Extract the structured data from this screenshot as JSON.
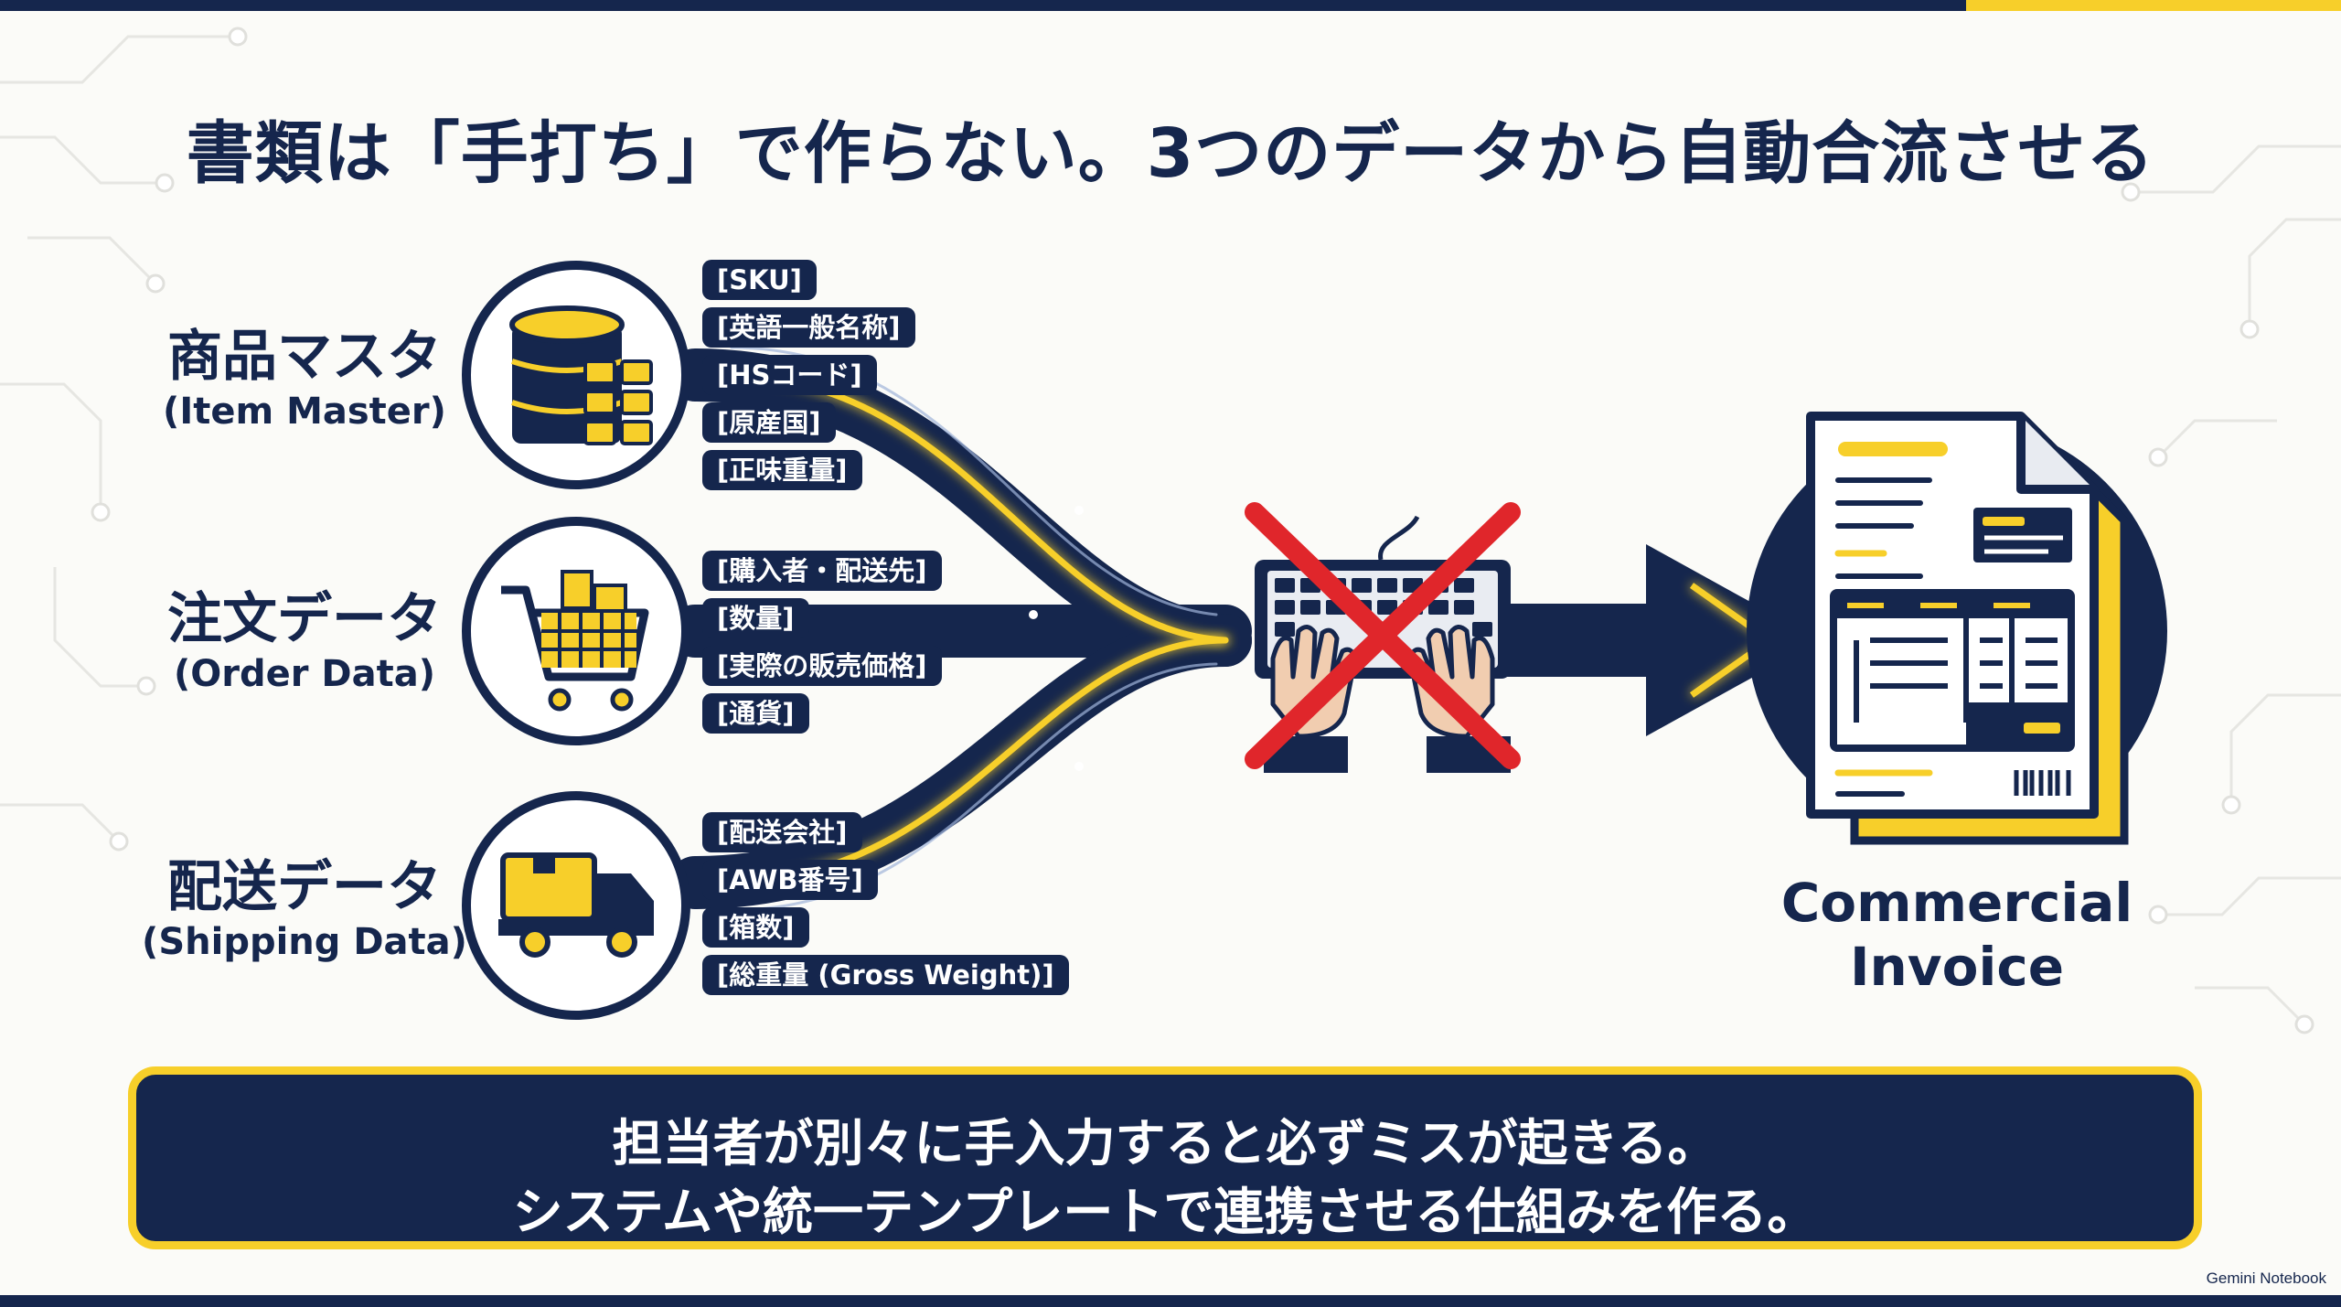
{
  "title": "書類は「手打ち」で作らない。3つのデータから自動合流させる",
  "sources": [
    {
      "label_jp": "商品マスタ",
      "label_en": "(Item Master)",
      "icon": "database-folder-icon",
      "tags": [
        "[SKU]",
        "[英語一般名称]",
        "[HSコード]",
        "[原産国]",
        "[正味重量]"
      ]
    },
    {
      "label_jp": "注文データ",
      "label_en": "(Order Data)",
      "icon": "shopping-cart-icon",
      "tags": [
        "[購入者・配送先]",
        "[数量]",
        "[実際の販売価格]",
        "[通貨]"
      ]
    },
    {
      "label_jp": "配送データ",
      "label_en": "(Shipping Data)",
      "icon": "delivery-truck-icon",
      "tags": [
        "[配送会社]",
        "[AWB番号]",
        "[箱数]",
        "[総重量 (Gross Weight)]"
      ]
    }
  ],
  "blocked_step_icon": "manual-typing-crossed-icon",
  "output": {
    "label_line1": "Commercial",
    "label_line2": "Invoice",
    "icon": "invoice-document-icon"
  },
  "bottom": {
    "line1": "担当者が別々に手入力すると必ずミスが起きる。",
    "line2": "システムや統一テンプレートで連携させる仕組みを作る。"
  },
  "footer": "Gemini Notebook",
  "colors": {
    "navy": "#15264d",
    "gold": "#f7cf2a",
    "red": "#e0262b",
    "background": "#fbfbf8"
  }
}
